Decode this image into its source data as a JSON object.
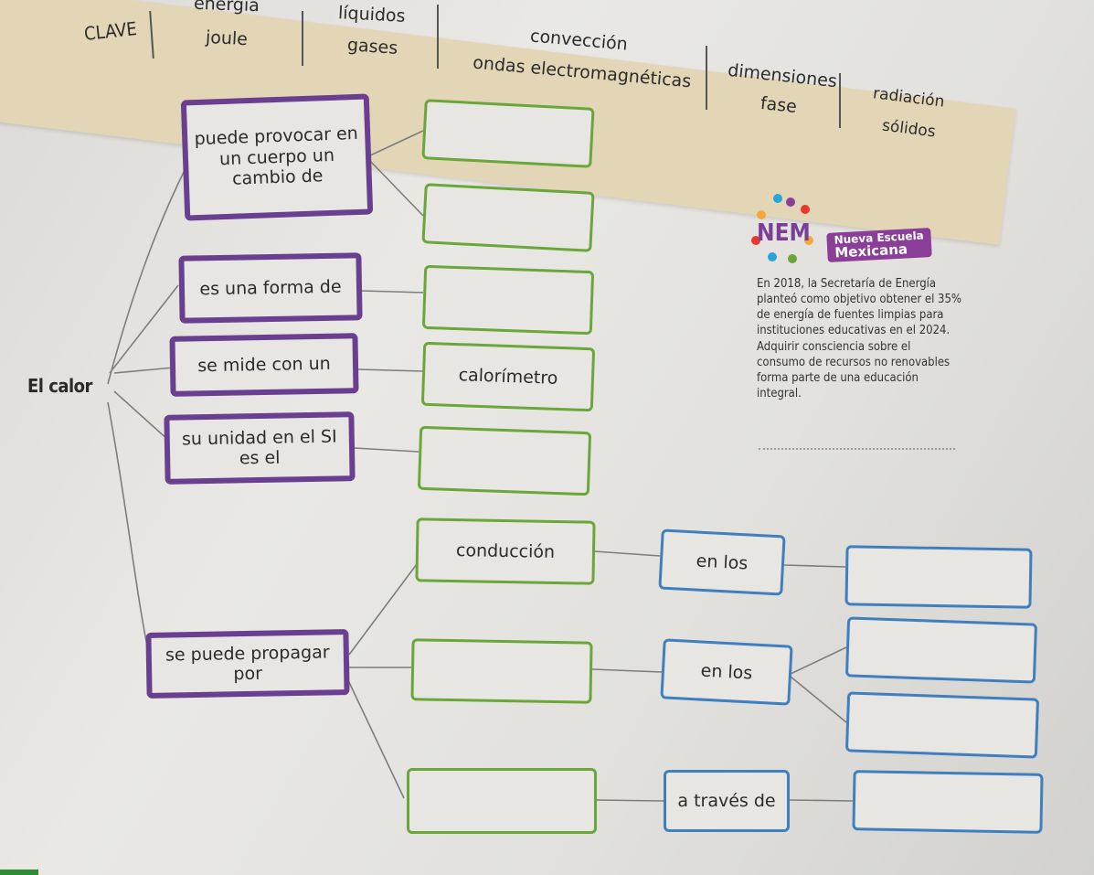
{
  "key": {
    "title": "CLAVE",
    "words": [
      "energía",
      "líquidos",
      "joule",
      "gases",
      "convección",
      "ondas electromagnéticas",
      "dimensiones",
      "fase",
      "radiación",
      "sólidos"
    ]
  },
  "map": {
    "root": "El calor",
    "purple": [
      "puede provocar en un cuerpo un cambio de",
      "es una forma de",
      "se mide con un",
      "su unidad en el SI es el",
      "se puede propagar por"
    ],
    "green": [
      "",
      "",
      "",
      "calorímetro",
      "",
      "conducción",
      "",
      ""
    ],
    "blue": [
      "en los",
      "en los",
      "a través de"
    ],
    "blank": [
      "",
      "",
      "",
      ""
    ]
  },
  "sidebar": {
    "logo_word": "NEM",
    "badge_line1": "Nueva Escuela",
    "badge_line2": "Mexicana",
    "text": "En 2018, la Secretaría de Energía planteó como objetivo obtener el 35% de energía de fuentes limpias para instituciones educativas en el 2024. Adquirir consciencia sobre el consumo de recursos no renovables forma parte de una educación integral."
  },
  "colors": {
    "purple": "#6a3f8f",
    "green": "#6aa63a",
    "blue": "#3f7fc0",
    "band": "#e2d6b7"
  }
}
